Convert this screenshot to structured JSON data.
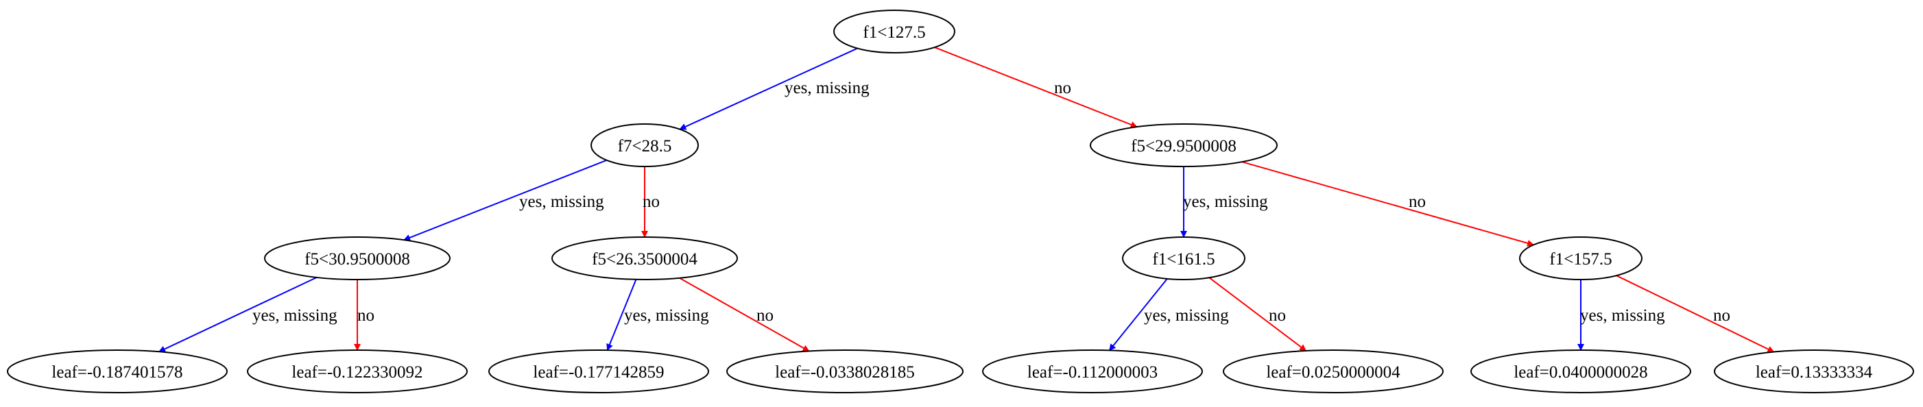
{
  "edge_colors": {
    "yes": "#0000ff",
    "no": "#ff0000"
  },
  "nodes": [
    {
      "id": "n0",
      "label": "f1<127.5"
    },
    {
      "id": "n1",
      "label": "f7<28.5"
    },
    {
      "id": "n2",
      "label": "f5<29.9500008"
    },
    {
      "id": "n3",
      "label": "f5<30.9500008"
    },
    {
      "id": "n4",
      "label": "f5<26.3500004"
    },
    {
      "id": "n5",
      "label": "f1<161.5"
    },
    {
      "id": "n6",
      "label": "f1<157.5"
    },
    {
      "id": "n7",
      "label": "leaf=-0.187401578"
    },
    {
      "id": "n8",
      "label": "leaf=-0.122330092"
    },
    {
      "id": "n9",
      "label": "leaf=-0.177142859"
    },
    {
      "id": "n10",
      "label": "leaf=-0.0338028185"
    },
    {
      "id": "n11",
      "label": "leaf=-0.112000003"
    },
    {
      "id": "n12",
      "label": "leaf=0.0250000004"
    },
    {
      "id": "n13",
      "label": "leaf=0.0400000028"
    },
    {
      "id": "n14",
      "label": "leaf=0.13333334"
    }
  ],
  "edges": [
    {
      "from": "n0",
      "to": "n1",
      "kind": "yes",
      "label": "yes, missing"
    },
    {
      "from": "n0",
      "to": "n2",
      "kind": "no",
      "label": "no"
    },
    {
      "from": "n1",
      "to": "n3",
      "kind": "yes",
      "label": "yes, missing"
    },
    {
      "from": "n1",
      "to": "n4",
      "kind": "no",
      "label": "no"
    },
    {
      "from": "n2",
      "to": "n5",
      "kind": "yes",
      "label": "yes, missing"
    },
    {
      "from": "n2",
      "to": "n6",
      "kind": "no",
      "label": "no"
    },
    {
      "from": "n3",
      "to": "n7",
      "kind": "yes",
      "label": "yes, missing"
    },
    {
      "from": "n3",
      "to": "n8",
      "kind": "no",
      "label": "no"
    },
    {
      "from": "n4",
      "to": "n9",
      "kind": "yes",
      "label": "yes, missing"
    },
    {
      "from": "n4",
      "to": "n10",
      "kind": "no",
      "label": "no"
    },
    {
      "from": "n5",
      "to": "n11",
      "kind": "yes",
      "label": "yes, missing"
    },
    {
      "from": "n5",
      "to": "n12",
      "kind": "no",
      "label": "no"
    },
    {
      "from": "n6",
      "to": "n13",
      "kind": "yes",
      "label": "yes, missing"
    },
    {
      "from": "n6",
      "to": "n14",
      "kind": "no",
      "label": "no"
    }
  ]
}
